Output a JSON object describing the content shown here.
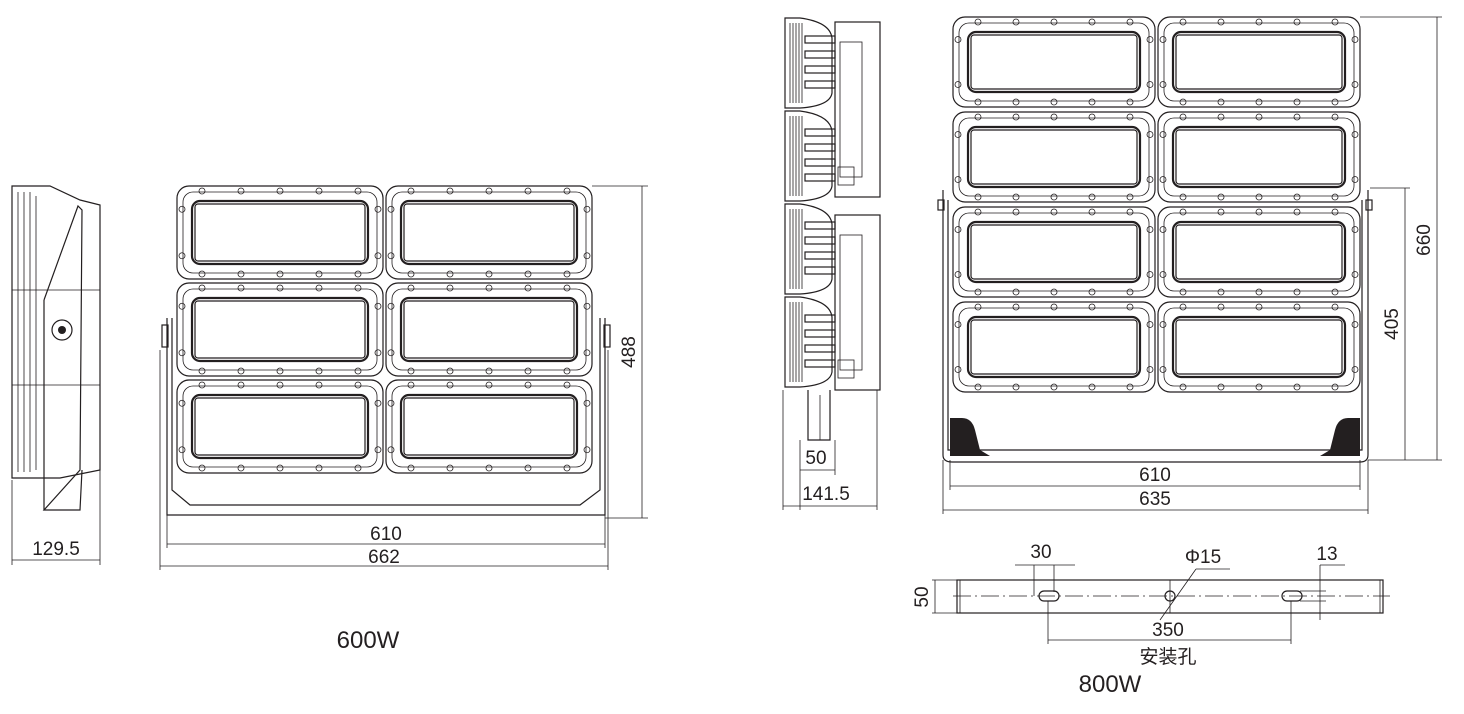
{
  "model_600w": {
    "label": "600W",
    "side_depth": "129.5",
    "front_inner_width": "610",
    "front_total_width": "662",
    "front_height": "488",
    "panel_rows": 3,
    "panel_cols": 2
  },
  "model_800w": {
    "label": "800W",
    "side_depth": "141.5",
    "bracket_width": "50",
    "front_inner_width": "610",
    "front_total_width": "635",
    "front_height": "660",
    "bracket_height": "405",
    "panel_rows": 4,
    "panel_cols": 2,
    "mount_rail": {
      "height": "50",
      "slot_width": "30",
      "hole_diameter": "Φ15",
      "slot_height": "13",
      "hole_spacing": "350",
      "caption": "安装孔"
    }
  },
  "colors": {
    "line": "#231f20",
    "background": "#ffffff"
  }
}
